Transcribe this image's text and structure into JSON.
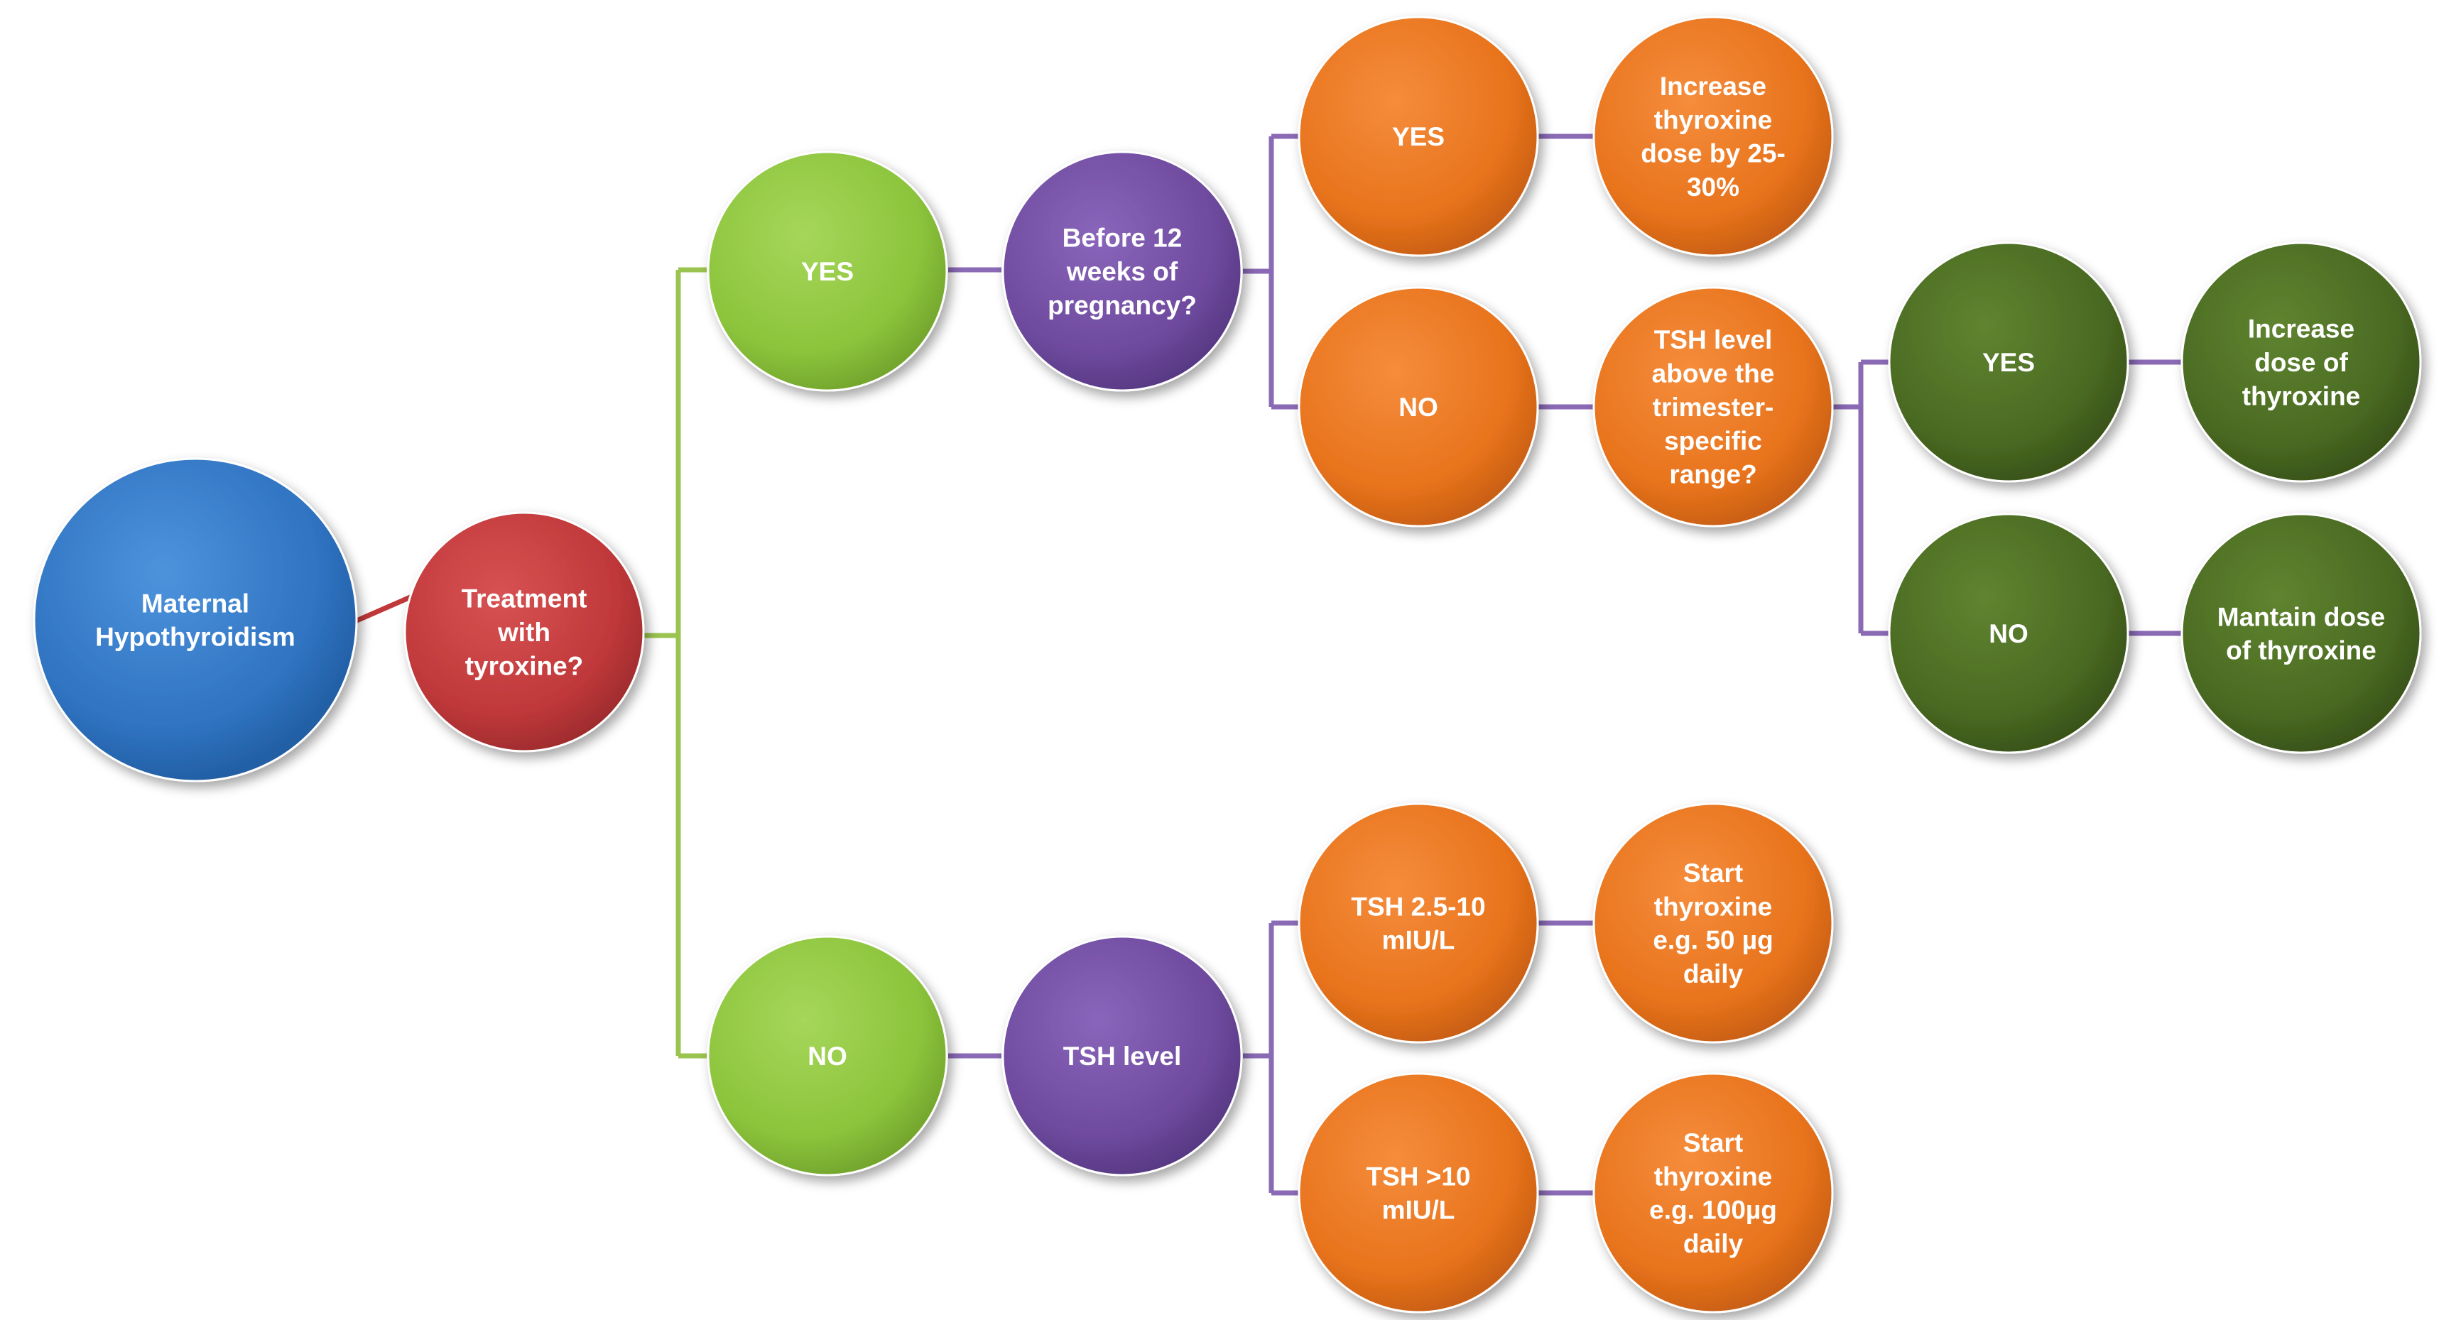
{
  "colors": {
    "blue": "#2f73c1",
    "red": "#c0383a",
    "light_green": "#8cc43c",
    "purple": "#6e4a9e",
    "orange": "#e8731c",
    "dark_green": "#4a6a22",
    "connector_green": "#9bc34f",
    "connector_purple": "#8a6ab5",
    "connector_red": "#c0383a",
    "label": "#ffffff"
  },
  "nodes": {
    "maternal_hypothyroidism": {
      "lines": [
        "Maternal",
        "Hypothyroidism"
      ],
      "color": "blue"
    },
    "treatment_with_thyroxine": {
      "lines": [
        "Treatment",
        "with",
        "tyroxine?"
      ],
      "color": "red"
    },
    "treated_yes": {
      "lines": [
        "YES"
      ],
      "color": "light_green"
    },
    "treated_no": {
      "lines": [
        "NO"
      ],
      "color": "light_green"
    },
    "before_12_weeks": {
      "lines": [
        "Before 12",
        "weeks of",
        "pregnancy?"
      ],
      "color": "purple"
    },
    "tsh_level": {
      "lines": [
        "TSH level"
      ],
      "color": "purple"
    },
    "before_12_yes": {
      "lines": [
        "YES"
      ],
      "color": "orange"
    },
    "before_12_no": {
      "lines": [
        "NO"
      ],
      "color": "orange"
    },
    "increase_dose_25_30": {
      "lines": [
        "Increase",
        "thyroxine",
        "dose by 25-",
        "30%"
      ],
      "color": "orange"
    },
    "tsh_above_range": {
      "lines": [
        "TSH level",
        "above the",
        "trimester-",
        "specific",
        "range?"
      ],
      "color": "orange"
    },
    "tsh_2_5_10": {
      "lines": [
        "TSH 2.5-10",
        "mIU/L"
      ],
      "color": "orange"
    },
    "tsh_over_10": {
      "lines": [
        "TSH >10",
        "mIU/L"
      ],
      "color": "orange"
    },
    "start_50": {
      "lines": [
        "Start",
        "thyroxine",
        "e.g. 50 µg",
        "daily"
      ],
      "color": "orange"
    },
    "start_100": {
      "lines": [
        "Start",
        "thyroxine",
        "e.g. 100µg",
        "daily"
      ],
      "color": "orange"
    },
    "above_range_yes": {
      "lines": [
        "YES"
      ],
      "color": "dark_green"
    },
    "above_range_no": {
      "lines": [
        "NO"
      ],
      "color": "dark_green"
    },
    "increase_dose": {
      "lines": [
        "Increase",
        "dose of",
        "thyroxine"
      ],
      "color": "dark_green"
    },
    "maintain_dose": {
      "lines": [
        "Mantain dose",
        "of thyroxine"
      ],
      "color": "dark_green"
    }
  }
}
